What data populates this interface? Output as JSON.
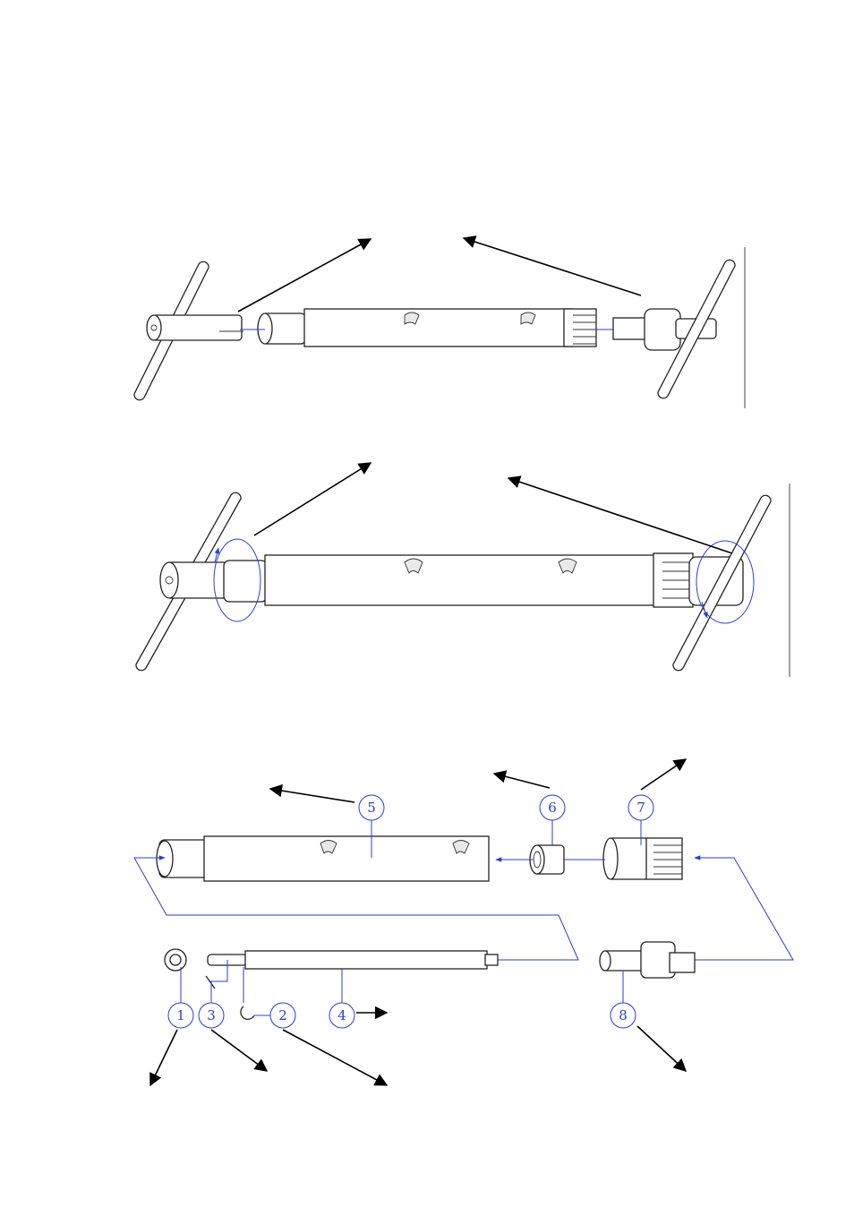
{
  "colors": {
    "line": "#222222",
    "callout": "#2a3fd0",
    "arrow": "#000000",
    "background": "#ffffff"
  },
  "callouts": [
    {
      "id": "1",
      "label": "1"
    },
    {
      "id": "2",
      "label": "2"
    },
    {
      "id": "3",
      "label": "3"
    },
    {
      "id": "4",
      "label": "4"
    },
    {
      "id": "5",
      "label": "5"
    },
    {
      "id": "6",
      "label": "6"
    },
    {
      "id": "7",
      "label": "7"
    },
    {
      "id": "8",
      "label": "8"
    }
  ]
}
